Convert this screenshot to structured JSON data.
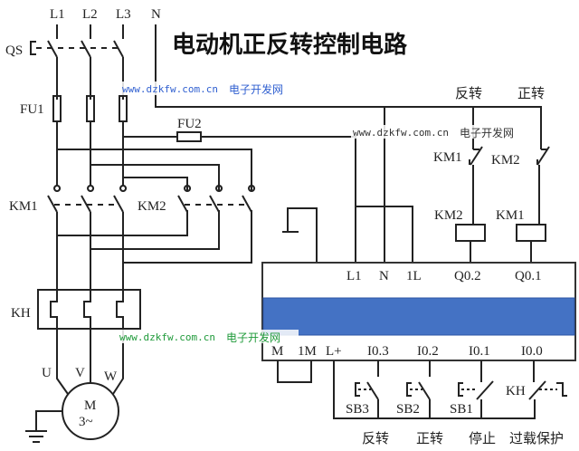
{
  "title": "电动机正反转控制电路",
  "power": {
    "phases": [
      "L1",
      "L2",
      "L3"
    ],
    "neutral": "N",
    "switch_label": "QS",
    "fuse_main_label": "FU1",
    "fuse_ctrl_label": "FU2",
    "contactor1_label": "KM1",
    "contactor2_label": "KM2",
    "thermal_label": "KH",
    "motor_terminals": [
      "U",
      "V",
      "W"
    ],
    "motor_label": "M",
    "motor_sub": "3~"
  },
  "plc": {
    "top_terminals": [
      "L1",
      "N",
      "1L",
      "Q0.2",
      "Q0.1"
    ],
    "bottom_terminals": [
      "M",
      "1M",
      "L+",
      "I0.3",
      "I0.2",
      "I0.1",
      "I0.0"
    ],
    "band_color": "#4472C4"
  },
  "outputs": {
    "reverse_label": "反转",
    "forward_label": "正转",
    "interlock1": "KM1",
    "interlock2": "KM2",
    "coil_q02": "KM2",
    "coil_q01": "KM1"
  },
  "inputs": {
    "buttons": [
      "SB3",
      "SB2",
      "SB1"
    ],
    "kh_label": "KH",
    "captions": [
      "反转",
      "正转",
      "停止",
      "过载保护"
    ]
  },
  "watermarks": [
    {
      "url": "www.dzkfw.com.cn",
      "name": "电子开发网",
      "url_color": "#2f5fd0",
      "name_color": "#2f5fd0"
    },
    {
      "url": "www.dzkfw.com.cn",
      "name": "电子开发网",
      "url_color": "#333333",
      "name_color": "#333333"
    },
    {
      "url": "www.dzkfw.com.cn",
      "name": "电子开发网",
      "url_color": "#1f9a3a",
      "name_color": "#1f9a3a"
    }
  ]
}
